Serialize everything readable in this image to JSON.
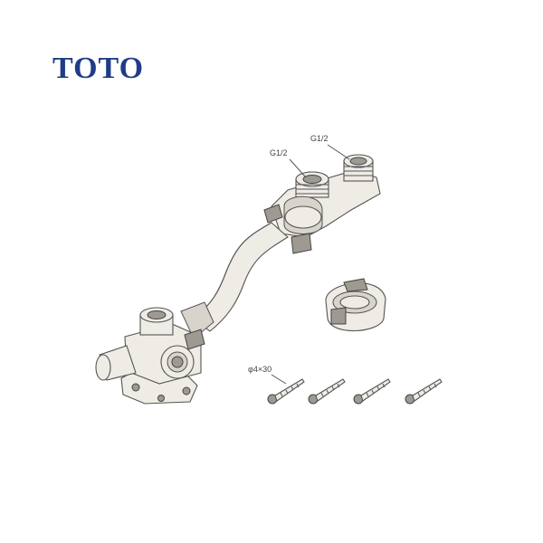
{
  "brand": {
    "logo_text": "TOTO",
    "color": "#1f3c88"
  },
  "labels": {
    "thread_left": "G1/2",
    "thread_right": "G1/2",
    "screw_size": "φ4×30"
  },
  "icons": [
    "pipe-assembly-icon",
    "clamp-icon",
    "screw-icon"
  ]
}
